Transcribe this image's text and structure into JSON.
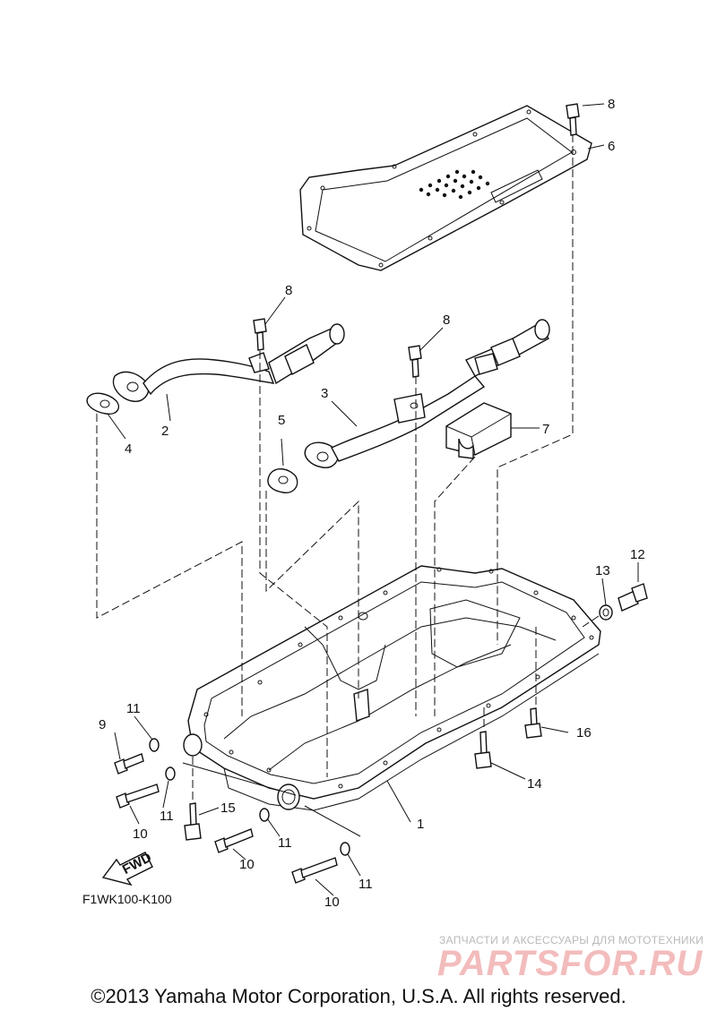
{
  "diagram": {
    "callouts": [
      "1",
      "2",
      "3",
      "4",
      "5",
      "6",
      "7",
      "8",
      "8",
      "8",
      "9",
      "10",
      "10",
      "10",
      "11",
      "11",
      "11",
      "11",
      "12",
      "13",
      "14",
      "15",
      "16"
    ],
    "fwd_label": "FWD",
    "part_code": "F1WK100-K100"
  },
  "footer": {
    "copyright": "©2013 Yamaha Motor Corporation, U.S.A. All rights reserved."
  },
  "watermark": {
    "tagline": "ЗАПЧАСТИ И АКСЕССУАРЫ ДЛЯ МОТОТЕХНИКИ",
    "brand": "PARTSFOR.RU"
  }
}
